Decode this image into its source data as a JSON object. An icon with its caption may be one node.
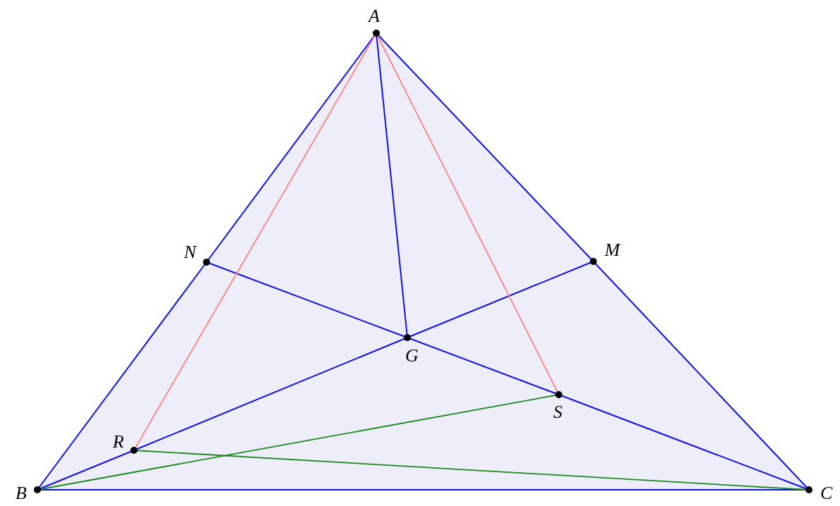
{
  "diagram": {
    "nodes": [
      {
        "text": [
          "A"
        ]
      },
      {
        "text": [
          "B"
        ]
      },
      {
        "text": [
          "C"
        ]
      },
      {
        "text": [
          "N"
        ]
      },
      {
        "text": [
          "M"
        ]
      },
      {
        "text": [
          "G"
        ]
      },
      {
        "text": [
          "R"
        ]
      },
      {
        "text": [
          "S"
        ]
      }
    ],
    "edges": [
      {
        "from": 0,
        "to": 3,
        "arrow": "none"
      },
      {
        "from": 3,
        "to": 1,
        "arrow": "none"
      },
      {
        "from": 0,
        "to": 4,
        "arrow": "none"
      },
      {
        "from": 4,
        "to": 2,
        "arrow": "none"
      },
      {
        "from": 1,
        "to": 2,
        "arrow": "none"
      },
      {
        "from": 0,
        "to": 5,
        "arrow": "none"
      },
      {
        "from": 3,
        "to": 5,
        "arrow": "none"
      },
      {
        "from": 5,
        "to": 7,
        "arrow": "none"
      },
      {
        "from": 7,
        "to": 2,
        "arrow": "none"
      },
      {
        "from": 1,
        "to": 6,
        "arrow": "none"
      },
      {
        "from": 6,
        "to": 5,
        "arrow": "none"
      },
      {
        "from": 5,
        "to": 4,
        "arrow": "none"
      },
      {
        "from": 0,
        "to": 6,
        "arrow": "none",
        "color": "#ff8080"
      },
      {
        "from": 0,
        "to": 7,
        "arrow": "none",
        "color": "#ff8080"
      },
      {
        "from": 6,
        "to": 2,
        "arrow": "none",
        "color": "#1a8a1a"
      },
      {
        "from": 1,
        "to": 7,
        "arrow": "none",
        "color": "#1a8a1a"
      }
    ]
  }
}
